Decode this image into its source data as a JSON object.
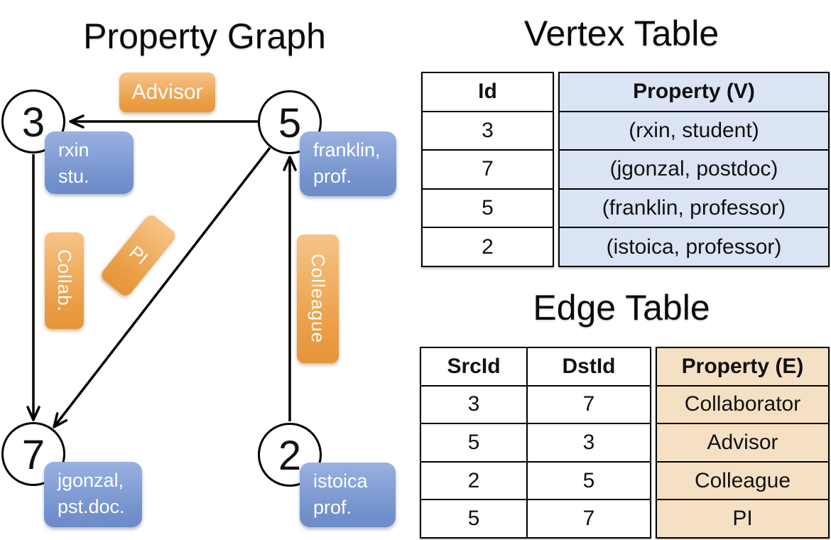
{
  "graph": {
    "title": "Property Graph",
    "nodes": [
      {
        "id": "3",
        "line1": "rxin",
        "line2": "stu."
      },
      {
        "id": "5",
        "line1": "franklin,",
        "line2": "prof."
      },
      {
        "id": "7",
        "line1": "jgonzal,",
        "line2": "pst.doc."
      },
      {
        "id": "2",
        "line1": "istoica",
        "line2": "prof."
      }
    ],
    "edge_labels": {
      "advisor": "Advisor",
      "collab": "Collab.",
      "pi": "PI",
      "colleague": "Colleague"
    }
  },
  "vertex_table": {
    "title": "Vertex Table",
    "columns": {
      "id": "Id",
      "property": "Property (V)"
    },
    "rows": [
      {
        "id": "3",
        "property": "(rxin, student)"
      },
      {
        "id": "7",
        "property": "(jgonzal, postdoc)"
      },
      {
        "id": "5",
        "property": "(franklin, professor)"
      },
      {
        "id": "2",
        "property": "(istoica, professor)"
      }
    ]
  },
  "edge_table": {
    "title": "Edge Table",
    "columns": {
      "src": "SrcId",
      "dst": "DstId",
      "property": "Property (E)"
    },
    "rows": [
      {
        "src": "3",
        "dst": "7",
        "property": "Collaborator"
      },
      {
        "src": "5",
        "dst": "3",
        "property": "Advisor"
      },
      {
        "src": "2",
        "dst": "5",
        "property": "Colleague"
      },
      {
        "src": "5",
        "dst": "7",
        "property": "PI"
      }
    ]
  },
  "colors": {
    "edge_label_orange": "#eb9e45",
    "vertex_label_blue": "#7392cd",
    "vertex_table_fill": "#dbe4f4",
    "edge_table_fill": "#f6e0c4",
    "line_black": "#000000"
  }
}
